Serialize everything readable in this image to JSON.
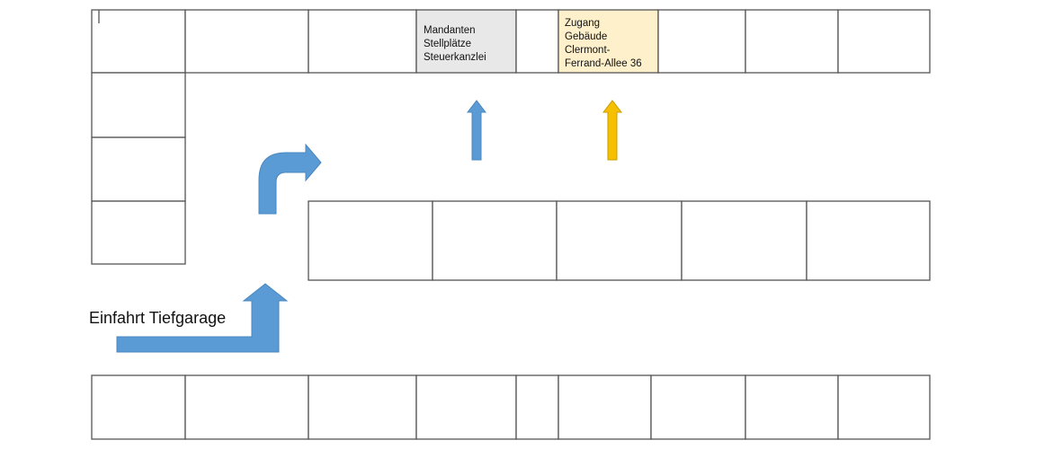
{
  "diagram": {
    "entrance_label": "Einfahrt Tiefgarage",
    "client_parking": {
      "lines": [
        "Mandanten",
        "Stellplätze",
        "Steuerkanzlei"
      ]
    },
    "building_access": {
      "lines": [
        "Zugang",
        "Gebäude",
        "Clermont-",
        "Ferrand-Allee 36"
      ]
    },
    "colors": {
      "arrow_blue": "#5b9bd5",
      "arrow_yellow": "#f5c000",
      "client_parking_fill": "#e8e8e8",
      "building_access_fill": "#fdf0cb",
      "line": "#555555"
    },
    "icons": {
      "entrance_arrow": "bent-arrow-up",
      "turn_arrow": "bent-arrow-right",
      "client_arrow": "arrow-up",
      "access_arrow": "arrow-up"
    }
  }
}
